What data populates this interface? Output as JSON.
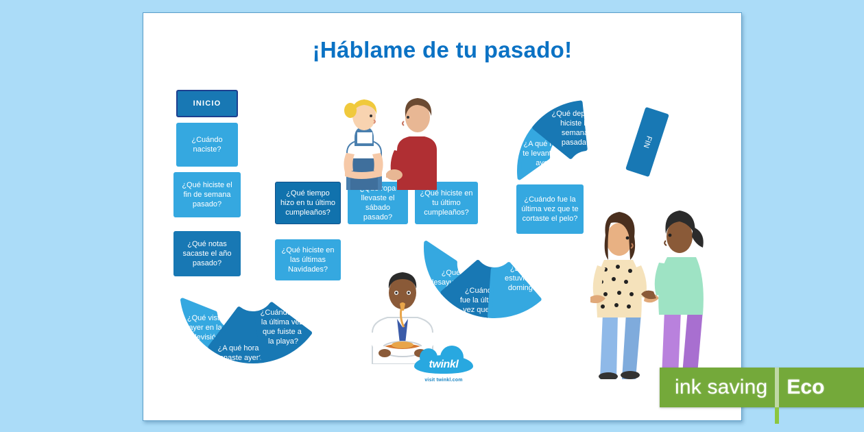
{
  "page": {
    "title": "¡Háblame de tu pasado!",
    "background_color": "#abdcf8",
    "sheet_color": "#ffffff",
    "title_color": "#0b72c4"
  },
  "board": {
    "start_label": "INICIO",
    "end_label": "FIN",
    "tile_colors": {
      "light": "#35a8e0",
      "dark": "#1878b4",
      "mid": "#1172ad"
    },
    "left_column": [
      {
        "text": "¿Cuándo naciste?",
        "shade": "light"
      },
      {
        "text": "¿Qué hiciste el fin de semana pasado?",
        "shade": "light"
      },
      {
        "text": "¿Qué notas sacaste el año pasado?",
        "shade": "dark"
      }
    ],
    "left_curve": [
      {
        "text": "¿Qué viste ayer en la televisión?",
        "shade": "light"
      },
      {
        "text": "¿A qué hora cenaste ayer?",
        "shade": "dark"
      },
      {
        "text": "¿Cuándo fue la última vez que fuiste a la playa?",
        "shade": "dark"
      }
    ],
    "middle_row": [
      {
        "text": "¿Qué hiciste en las últimas Navidades?",
        "shade": "light"
      },
      {
        "text": "¿Qué tiempo hizo en tu último cumpleaños?",
        "shade": "mid"
      },
      {
        "text": "¿Qué ropa llevaste el sábado pasado?",
        "shade": "light"
      },
      {
        "text": "¿Qué hiciste en tu último cumpleaños?",
        "shade": "light"
      }
    ],
    "right_curve_lower": [
      {
        "text": "¿Qué desayunaste ayer?",
        "shade": "light"
      },
      {
        "text": "¿Cuándo fue la última vez que te disfrazaste?",
        "shade": "dark"
      },
      {
        "text": "¿Dónde estuviste el domingo?",
        "shade": "light"
      }
    ],
    "right_column": [
      {
        "text": "¿Cuándo fue la última vez que te cortaste el pelo?",
        "shade": "light"
      }
    ],
    "right_curve_upper": [
      {
        "text": "¿A qué hora te levantaste ayer?",
        "shade": "light"
      },
      {
        "text": "¿Qué deporte hiciste la semana pasada?",
        "shade": "dark"
      }
    ]
  },
  "logo": {
    "wordmark": "twinkl",
    "tagline": "visit twinkl.com"
  },
  "watermark": {
    "ink_label": "ink saving",
    "eco_label": "Eco",
    "color": "#74a93a"
  }
}
